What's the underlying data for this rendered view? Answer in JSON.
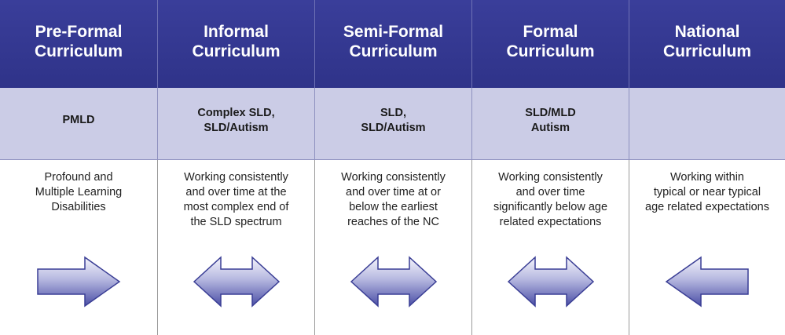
{
  "columns": [
    {
      "title_line1": "Pre-Formal",
      "title_line2": "Curriculum",
      "group_line1": "PMLD",
      "group_line2": "",
      "description": [
        "Profound and",
        "Multiple Learning",
        "Disabilities"
      ],
      "arrow": "right"
    },
    {
      "title_line1": "Informal",
      "title_line2": "Curriculum",
      "group_line1": "Complex SLD,",
      "group_line2": "SLD/Autism",
      "description": [
        "Working consistently",
        "and over time at the",
        "most complex end of",
        "the SLD spectrum"
      ],
      "arrow": "both"
    },
    {
      "title_line1": "Semi-Formal",
      "title_line2": "Curriculum",
      "group_line1": "SLD,",
      "group_line2": "SLD/Autism",
      "description": [
        "Working consistently",
        "and over time at or",
        "below the earliest",
        "reaches of the NC"
      ],
      "arrow": "both"
    },
    {
      "title_line1": "Formal",
      "title_line2": "Curriculum",
      "group_line1": "SLD/MLD",
      "group_line2": "Autism",
      "description": [
        "Working consistently",
        "and over time",
        "significantly below age",
        "related expectations"
      ],
      "arrow": "both"
    },
    {
      "title_line1": "National",
      "title_line2": "Curriculum",
      "group_line1": "",
      "group_line2": "",
      "description": [
        "Working within",
        "typical or near typical",
        "age related expectations"
      ],
      "arrow": "left"
    }
  ],
  "colors": {
    "header_bg": "#2f3389",
    "subheader_bg": "#cbcce6",
    "arrow_fill": "#5a5fb0"
  }
}
